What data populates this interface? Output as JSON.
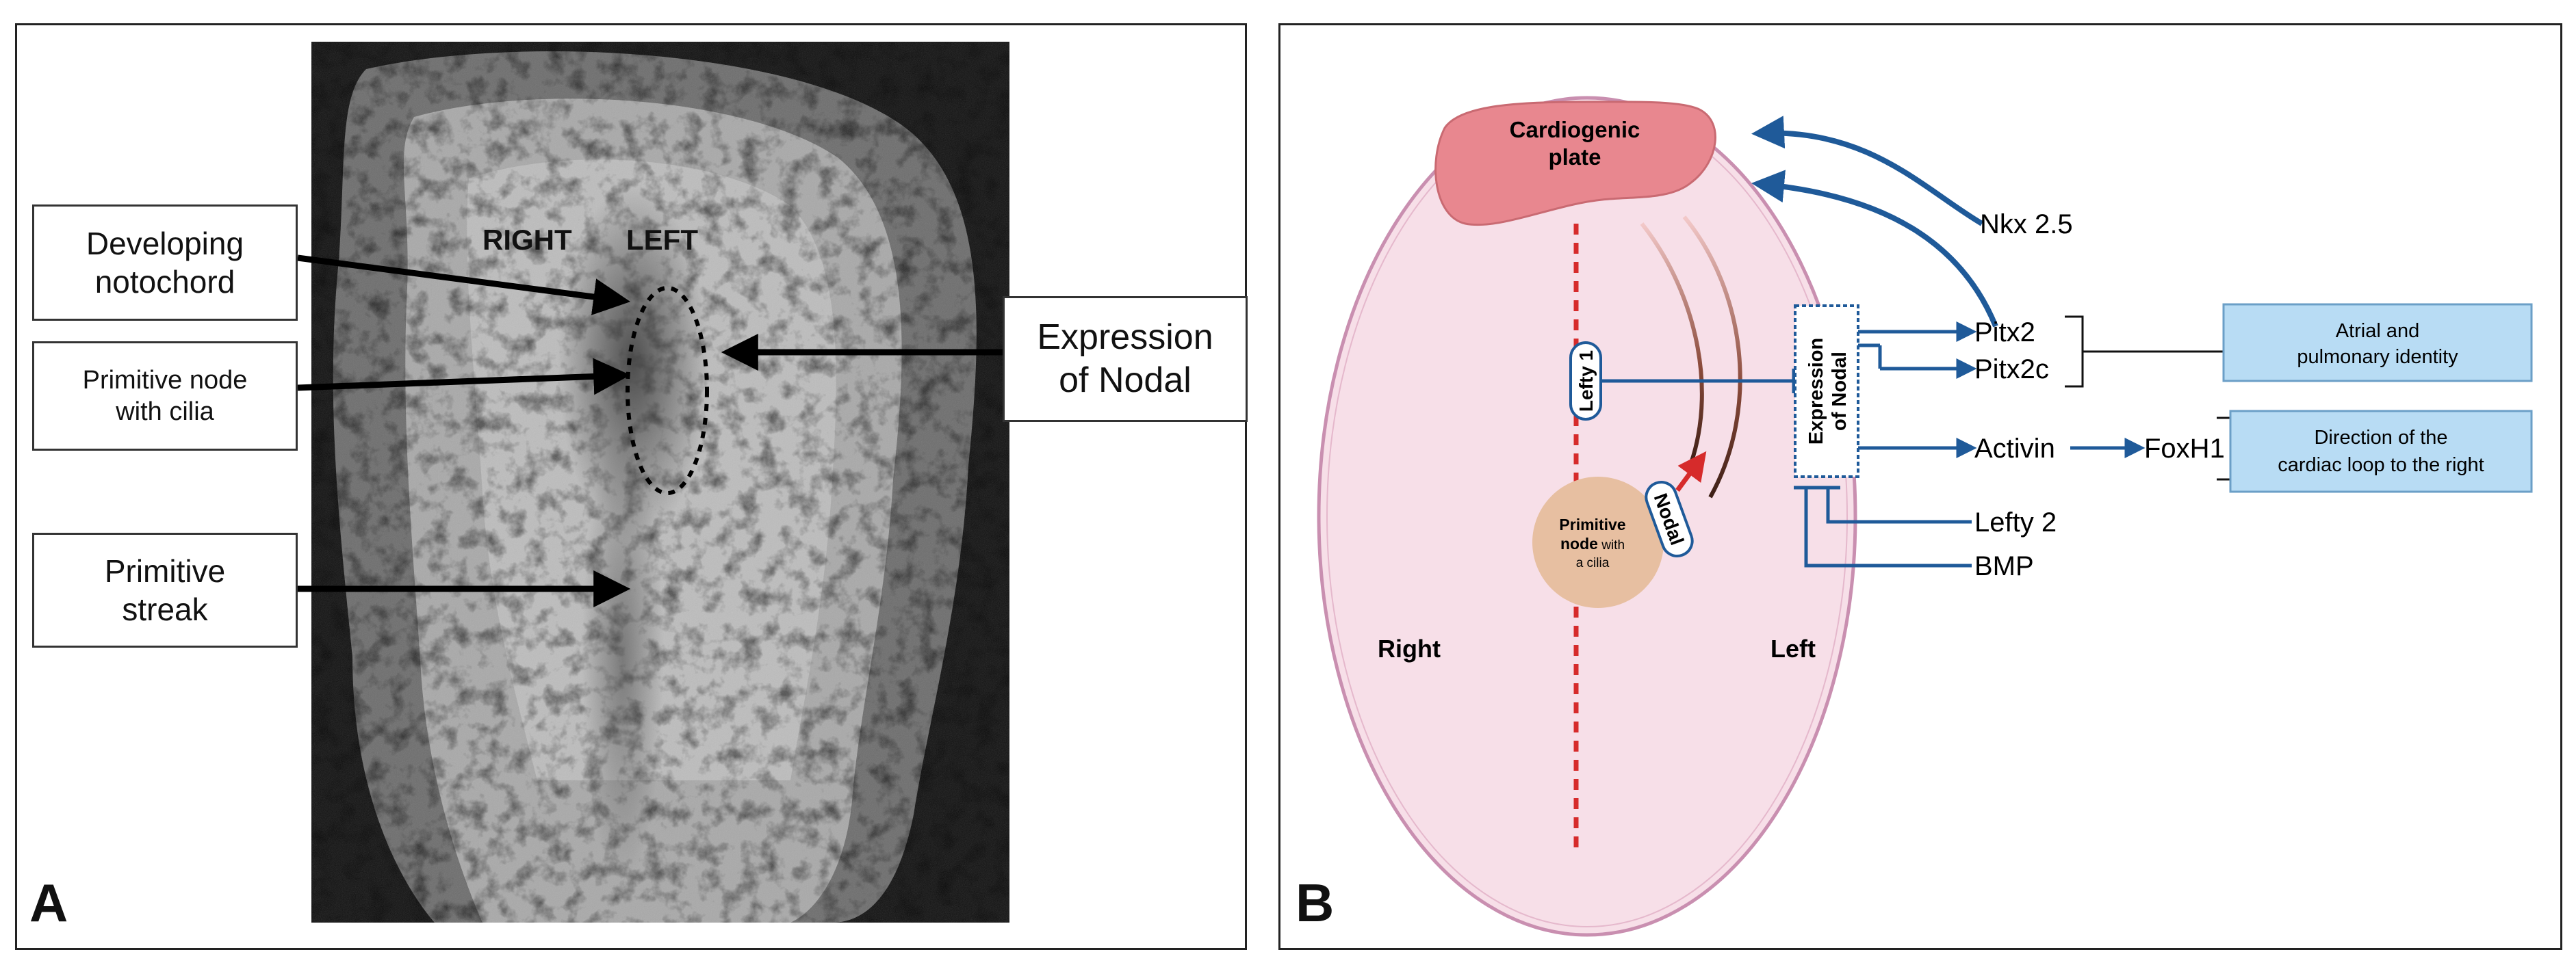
{
  "panel_a": {
    "letter": "A",
    "photo_labels": {
      "right": "RIGHT",
      "left": "LEFT"
    },
    "callouts": [
      {
        "id": "developing-notochord",
        "text": "Developing\nnotochord"
      },
      {
        "id": "primitive-node",
        "text": "Primitive node\nwith cilia"
      },
      {
        "id": "primitive-streak",
        "text": "Primitive\nstreak"
      },
      {
        "id": "expression-nodal",
        "text": "Expression\nof Nodal"
      }
    ]
  },
  "panel_b": {
    "letter": "B",
    "cardiogenic_plate": [
      "Cardiogenic",
      "plate"
    ],
    "side_right": "Right",
    "side_left": "Left",
    "lefty1": "Lefty 1",
    "nodal": "Nodal",
    "node": {
      "line1": "Primitive",
      "line2_bold": "node",
      "line2_rest": " with",
      "line3": "a cilia"
    },
    "expression_box": [
      "Expression",
      "of Nodal"
    ],
    "nkx": "Nkx 2.5",
    "pitx2": "Pitx2",
    "pitx2c": "Pitx2c",
    "activin": "Activin",
    "foxh1": "FoxH1",
    "lefty2": "Lefty 2",
    "bmp": "BMP",
    "atrial_box": [
      "Atrial and",
      "pulmonary identity"
    ],
    "direction_box": [
      "Direction of the",
      "cardiac loop to the right"
    ]
  },
  "colors": {
    "embryo_fill": "#f7dfe8",
    "embryo_stroke": "#c98fb0",
    "plate_fill": "#e8878f",
    "arrow_blue": "#1f5a99",
    "midline_red": "#d62b2b",
    "node_fill": "#e7bfa1",
    "info_box": "#b8dcf4"
  }
}
